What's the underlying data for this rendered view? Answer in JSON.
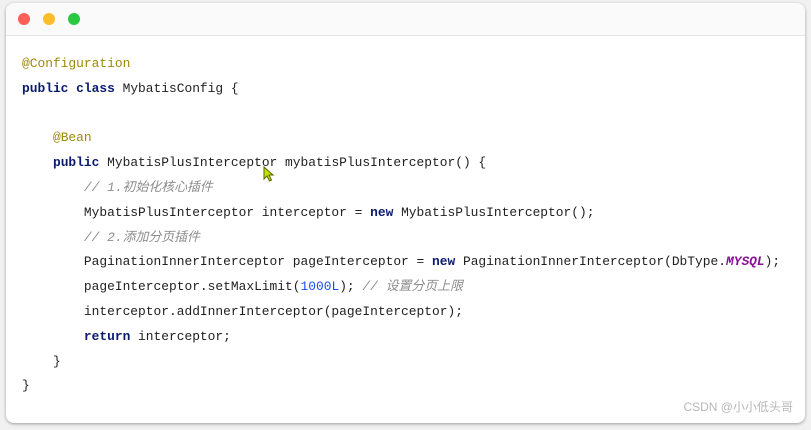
{
  "window": {
    "title_buttons": [
      "close",
      "minimize",
      "maximize"
    ]
  },
  "code_lines": [
    {
      "indent": 0,
      "tokens": [
        {
          "t": "ann",
          "v": "@Configuration"
        }
      ]
    },
    {
      "indent": 0,
      "tokens": [
        {
          "t": "kw",
          "v": "public class "
        },
        {
          "t": "pl",
          "v": "MybatisConfig {"
        }
      ]
    },
    {
      "indent": 0,
      "tokens": []
    },
    {
      "indent": 1,
      "tokens": [
        {
          "t": "ann",
          "v": "@Bean"
        }
      ]
    },
    {
      "indent": 1,
      "tokens": [
        {
          "t": "kw",
          "v": "public "
        },
        {
          "t": "pl",
          "v": "MybatisPlusInterceptor mybatisPlusInterceptor() {"
        }
      ]
    },
    {
      "indent": 2,
      "tokens": [
        {
          "t": "cm",
          "v": "// 1.初始化核心插件"
        }
      ]
    },
    {
      "indent": 2,
      "tokens": [
        {
          "t": "pl",
          "v": "MybatisPlusInterceptor interceptor = "
        },
        {
          "t": "kw",
          "v": "new "
        },
        {
          "t": "pl",
          "v": "MybatisPlusInterceptor();"
        }
      ]
    },
    {
      "indent": 2,
      "tokens": [
        {
          "t": "cm",
          "v": "// 2.添加分页插件"
        }
      ]
    },
    {
      "indent": 2,
      "tokens": [
        {
          "t": "pl",
          "v": "PaginationInnerInterceptor pageInterceptor = "
        },
        {
          "t": "kw",
          "v": "new "
        },
        {
          "t": "pl",
          "v": "PaginationInnerInterceptor(DbType."
        },
        {
          "t": "st",
          "v": "MYSQL"
        },
        {
          "t": "pl",
          "v": ");"
        }
      ]
    },
    {
      "indent": 2,
      "tokens": [
        {
          "t": "pl",
          "v": "pageInterceptor.setMaxLimit("
        },
        {
          "t": "num",
          "v": "1000L"
        },
        {
          "t": "pl",
          "v": "); "
        },
        {
          "t": "cm",
          "v": "// 设置分页上限"
        }
      ]
    },
    {
      "indent": 2,
      "tokens": [
        {
          "t": "pl",
          "v": "interceptor.addInnerInterceptor(pageInterceptor);"
        }
      ]
    },
    {
      "indent": 2,
      "tokens": [
        {
          "t": "kw",
          "v": "return "
        },
        {
          "t": "pl",
          "v": "interceptor;"
        }
      ]
    },
    {
      "indent": 1,
      "tokens": [
        {
          "t": "pl",
          "v": "}"
        }
      ]
    },
    {
      "indent": 0,
      "tokens": [
        {
          "t": "pl",
          "v": "}"
        }
      ]
    }
  ],
  "watermark": "CSDN @小小低头哥"
}
